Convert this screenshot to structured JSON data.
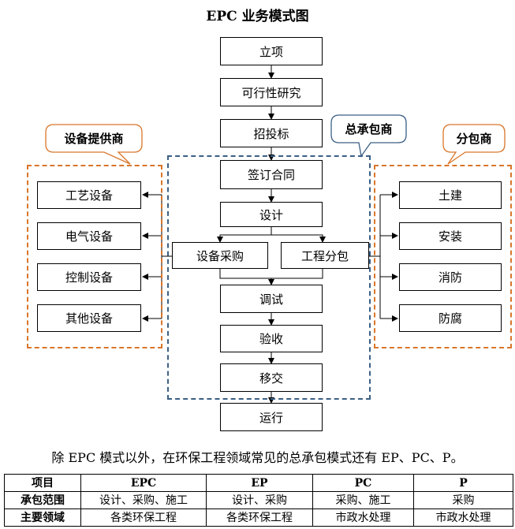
{
  "title": "EPC 业务模式图",
  "flow": {
    "initiation": "立项",
    "feasibility": "可行性研究",
    "bidding": "招投标",
    "contract": "签订合同",
    "design": "设计",
    "procurement": "设备采购",
    "subcontract": "工程分包",
    "commissioning": "调试",
    "acceptance": "验收",
    "handover": "移交",
    "operation": "运行"
  },
  "callouts": {
    "supplier": "设备提供商",
    "general": "总承包商",
    "sub": "分包商"
  },
  "suppliers": [
    "工艺设备",
    "电气设备",
    "控制设备",
    "其他设备"
  ],
  "subcontractors": [
    "土建",
    "安装",
    "消防",
    "防腐"
  ],
  "note": "除 EPC 模式以外，在环保工程领域常见的总承包模式还有 EP、PC、P。",
  "table": {
    "headers": [
      "项目",
      "EPC",
      "EP",
      "PC",
      "P"
    ],
    "rows": [
      [
        "承包范围",
        "设计、采购、施工",
        "设计、采购",
        "采购、施工",
        "采购"
      ],
      [
        "主要领域",
        "各类环保工程",
        "各类环保工程",
        "市政水处理",
        "市政水处理"
      ]
    ]
  }
}
